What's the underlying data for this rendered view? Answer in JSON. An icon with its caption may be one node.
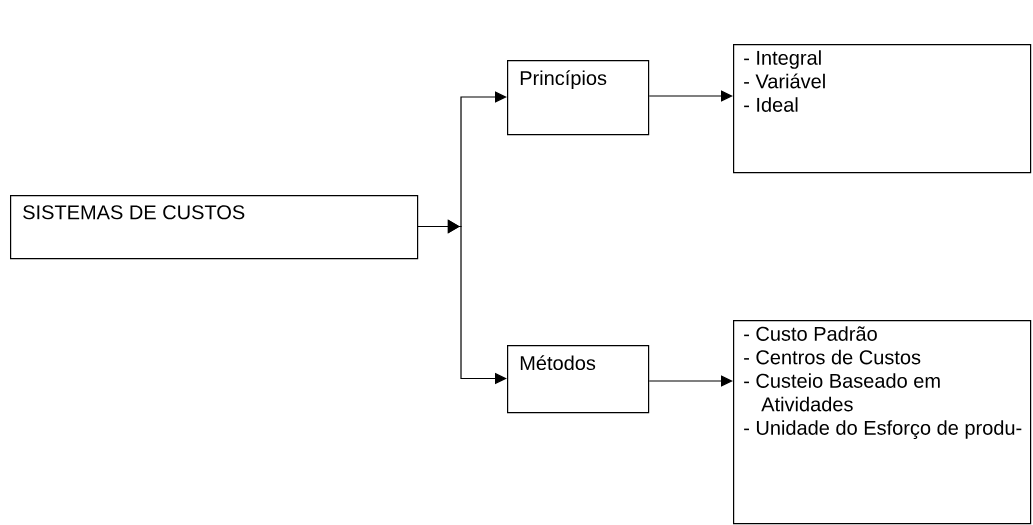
{
  "diagram": {
    "nodes": [
      {
        "text": [
          "SISTEMAS DE CUSTOS"
        ]
      },
      {
        "text": [
          "Princípios"
        ]
      },
      {
        "text": [
          "- Integral",
          "- Variável",
          "- Ideal"
        ]
      },
      {
        "text": [
          "Métodos"
        ]
      },
      {
        "text": [
          "- Custo Padrão",
          "- Centros de Custos",
          "- Custeio Baseado em Atividades",
          "- Unidade do Esforço de produ-"
        ]
      }
    ],
    "edges": [
      {
        "from": 0,
        "to": 1,
        "arrow": "to"
      },
      {
        "from": 0,
        "to": 3,
        "arrow": "to"
      },
      {
        "from": 1,
        "to": 2,
        "arrow": "to"
      },
      {
        "from": 3,
        "to": 4,
        "arrow": "to"
      }
    ]
  }
}
